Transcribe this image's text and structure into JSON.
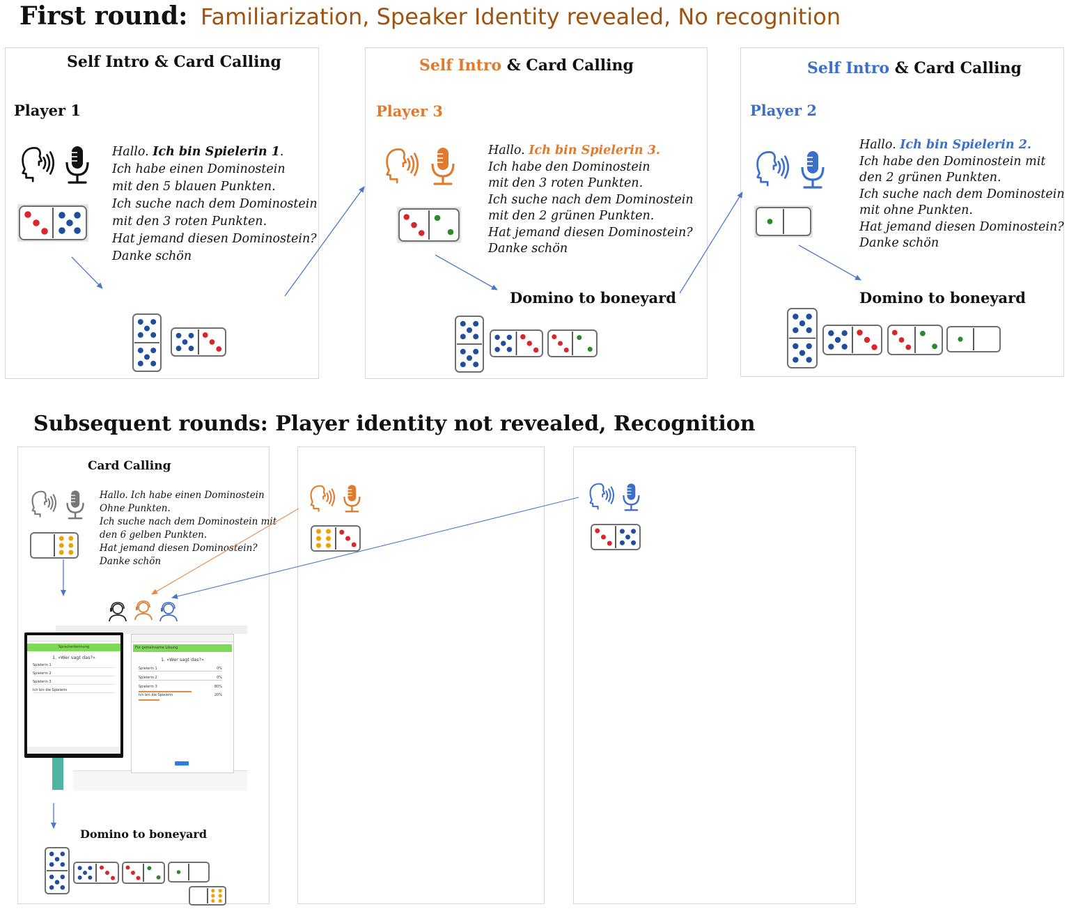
{
  "top": {
    "heading_bold": "First round",
    "heading_colon": ":",
    "heading_rest": "Familiarization, Speaker Identity revealed, No recognition"
  },
  "panel1": {
    "title": "Self Intro & Card Calling",
    "player": "Player 1",
    "speech_hallo": "Hallo. ",
    "speech_id": "Ich bin Spielerin 1",
    "speech_id_end": ".",
    "lines": [
      "Ich habe einen Dominostein",
      "mit den 5 blauen Punkten.",
      "Ich suche nach dem Dominostein",
      "mit den 3 roten Punkten.",
      "Hat jemand diesen Dominostein?",
      "Danke schön"
    ]
  },
  "panel2": {
    "title_colored": "Self Intro",
    "title_rest": " & Card Calling",
    "player": "Player 3",
    "speech_hallo": "Hallo. ",
    "speech_id": "Ich bin Spielerin 3.",
    "lines": [
      "Ich habe den Dominostein",
      "mit den 3 roten Punkten.",
      "Ich suche nach dem Dominostein",
      "mit den 2 grünen Punkten.",
      "Hat jemand diesen Dominostein?",
      "Danke schön"
    ],
    "boneyard": "Domino to boneyard"
  },
  "panel3": {
    "title_colored": "Self Intro",
    "title_rest": " & Card Calling",
    "player": "Player 2",
    "speech_hallo": "Hallo. ",
    "speech_id": "Ich bin Spielerin 2.",
    "lines": [
      "Ich habe den Dominostein mit",
      "den 2 grünen Punkten.",
      "Ich suche nach dem Dominostein",
      "mit ohne Punkten.",
      "Hat jemand diesen Dominostein?",
      "Danke schön"
    ],
    "boneyard": "Domino to boneyard"
  },
  "bottom": {
    "heading": "Subsequent rounds: Player identity not revealed, Recognition"
  },
  "panel4": {
    "title": "Card Calling",
    "lines": [
      "Hallo. Ich habe einen Dominostein",
      "Ohne Punkten.",
      "Ich suche nach dem Dominostein mit",
      "den 6 gelben Punkten.",
      "Hat jemand diesen Dominostein?",
      "Danke schön"
    ],
    "boneyard": "Domino to boneyard"
  },
  "screenshot": {
    "left_header": "Spracherkennung",
    "left_question": "1. «Wer sagt das?»",
    "left_options": [
      "Spielerin 1",
      "Spielerin 2",
      "Spielerin 3",
      "Ich bin die Spielerin"
    ],
    "right_header": "Für gemeinsame Lösung",
    "right_question": "1. «Wer sagt das?»",
    "right_rows": [
      {
        "label": "Spielerin 1",
        "pct": "0%"
      },
      {
        "label": "Spielerin 2",
        "pct": "0%"
      },
      {
        "label": "Spielerin 3",
        "pct": "80%"
      },
      {
        "label": "Ich bin die Spielerin",
        "pct": "20%"
      }
    ]
  },
  "colors": {
    "player1": "#111111",
    "player3": "#e07a2e",
    "player2": "#3b6fc9",
    "dot_blue": "#1f4f9c",
    "dot_red": "#d8262b",
    "dot_green": "#2a8a2a",
    "dot_yellow": "#f0a000",
    "arrow_blue": "#4a78c8",
    "arrow_orange": "#e58a4a"
  }
}
